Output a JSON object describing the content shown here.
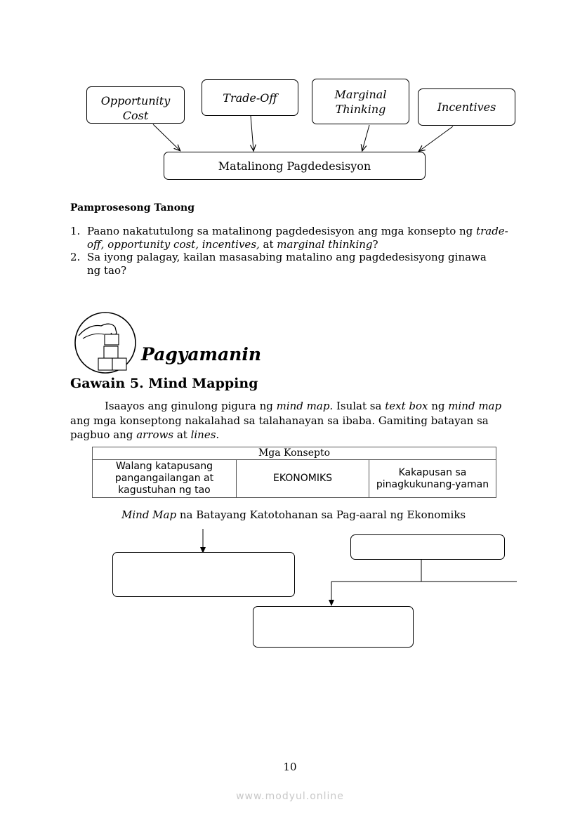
{
  "diagram": {
    "concepts": [
      {
        "label": "Opportunity Cost"
      },
      {
        "label": "Trade-Off"
      },
      {
        "label": "Marginal Thinking"
      },
      {
        "label": "Incentives"
      }
    ],
    "result": "Matalinong Pagdedesisyon"
  },
  "questions": {
    "title": "Pamprosesong Tanong",
    "items": [
      {
        "num": "1.",
        "text_plain_1": "Paano nakatutulong sa matalinong pagdedesisyon ang mga konsepto ng ",
        "text_italic_1": "trade-off, opportunity cost, incentives,",
        "text_plain_2": " at ",
        "text_italic_2": "marginal thinking",
        "text_plain_3": "?"
      },
      {
        "num": "2.",
        "text": "Sa iyong palagay, kailan masasabing matalino ang pagdedesisyong ginawa ng tao?"
      }
    ]
  },
  "section": {
    "title": "Pagyamanin",
    "activity_title": "Gawain 5. Mind Mapping"
  },
  "instructions": {
    "p1": "Isaayos ang ginulong pigura ng ",
    "i1": "mind map.",
    "p2": " Isulat sa ",
    "i2": "text box",
    "p3": " ng ",
    "i3": "mind map",
    "p4": " ang mga konseptong nakalahad sa talahanayan sa ibaba. Gamiting batayan sa pagbuo ang ",
    "i4": "arrows",
    "p5": " at ",
    "i5": "lines",
    "p6": "."
  },
  "table": {
    "header": "Mga Konsepto",
    "cells": [
      "Walang katapusang pangangailangan at kagustuhan ng tao",
      "EKONOMIKS",
      "Kakapusan sa pinagkukunang-yaman"
    ]
  },
  "mindmap": {
    "caption_italic": "Mind Map",
    "caption_plain": " na Batayang Katotohanan sa Pag-aaral ng Ekonomiks"
  },
  "page_number": "10",
  "watermark": "www.modyul.online"
}
